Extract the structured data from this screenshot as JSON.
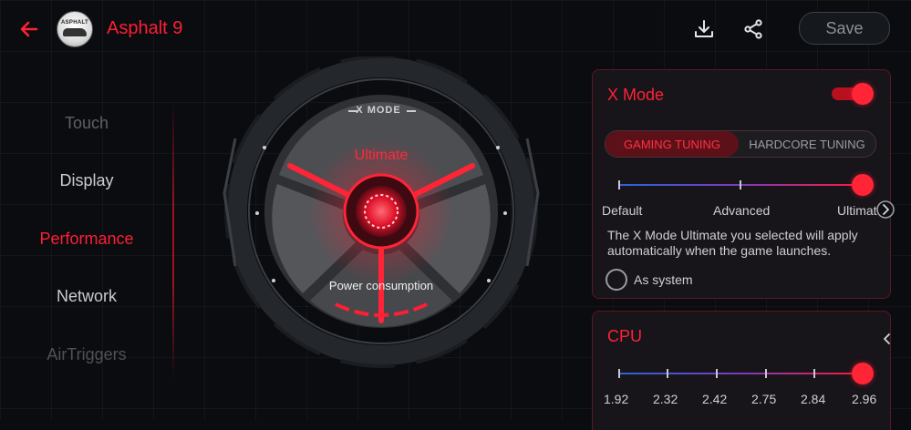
{
  "header": {
    "app_title": "Asphalt 9",
    "app_icon_text": "ASPHALT",
    "save_label": "Save",
    "back_icon": "arrow-left-icon",
    "download_icon": "download-icon",
    "share_icon": "share-icon"
  },
  "menu": {
    "items": [
      {
        "label": "Touch",
        "active": false
      },
      {
        "label": "Display",
        "active": false
      },
      {
        "label": "Performance",
        "active": true
      },
      {
        "label": "Network",
        "active": false
      },
      {
        "label": "AirTriggers",
        "active": false
      }
    ]
  },
  "dial": {
    "brand": "X MODE",
    "mode": "Ultimate",
    "caption": "Power consumption"
  },
  "xmode_card": {
    "title": "X Mode",
    "enabled": true,
    "tabs": [
      {
        "label": "GAMING TUNING",
        "active": true
      },
      {
        "label": "HARDCORE TUNING",
        "active": false
      }
    ],
    "levels": [
      "Default",
      "Advanced",
      "Ultimate"
    ],
    "selected_level": "Ultimate",
    "description": "The X Mode Ultimate you selected will apply automatically when the game launches.",
    "as_system_label": "As system"
  },
  "cpu_card": {
    "title": "CPU",
    "values": [
      "1.92",
      "2.32",
      "2.42",
      "2.75",
      "2.84",
      "2.96"
    ],
    "selected": "2.96"
  },
  "colors": {
    "accent": "#ff1e34",
    "background": "#0a0c10",
    "card_border": "#5e1820"
  }
}
